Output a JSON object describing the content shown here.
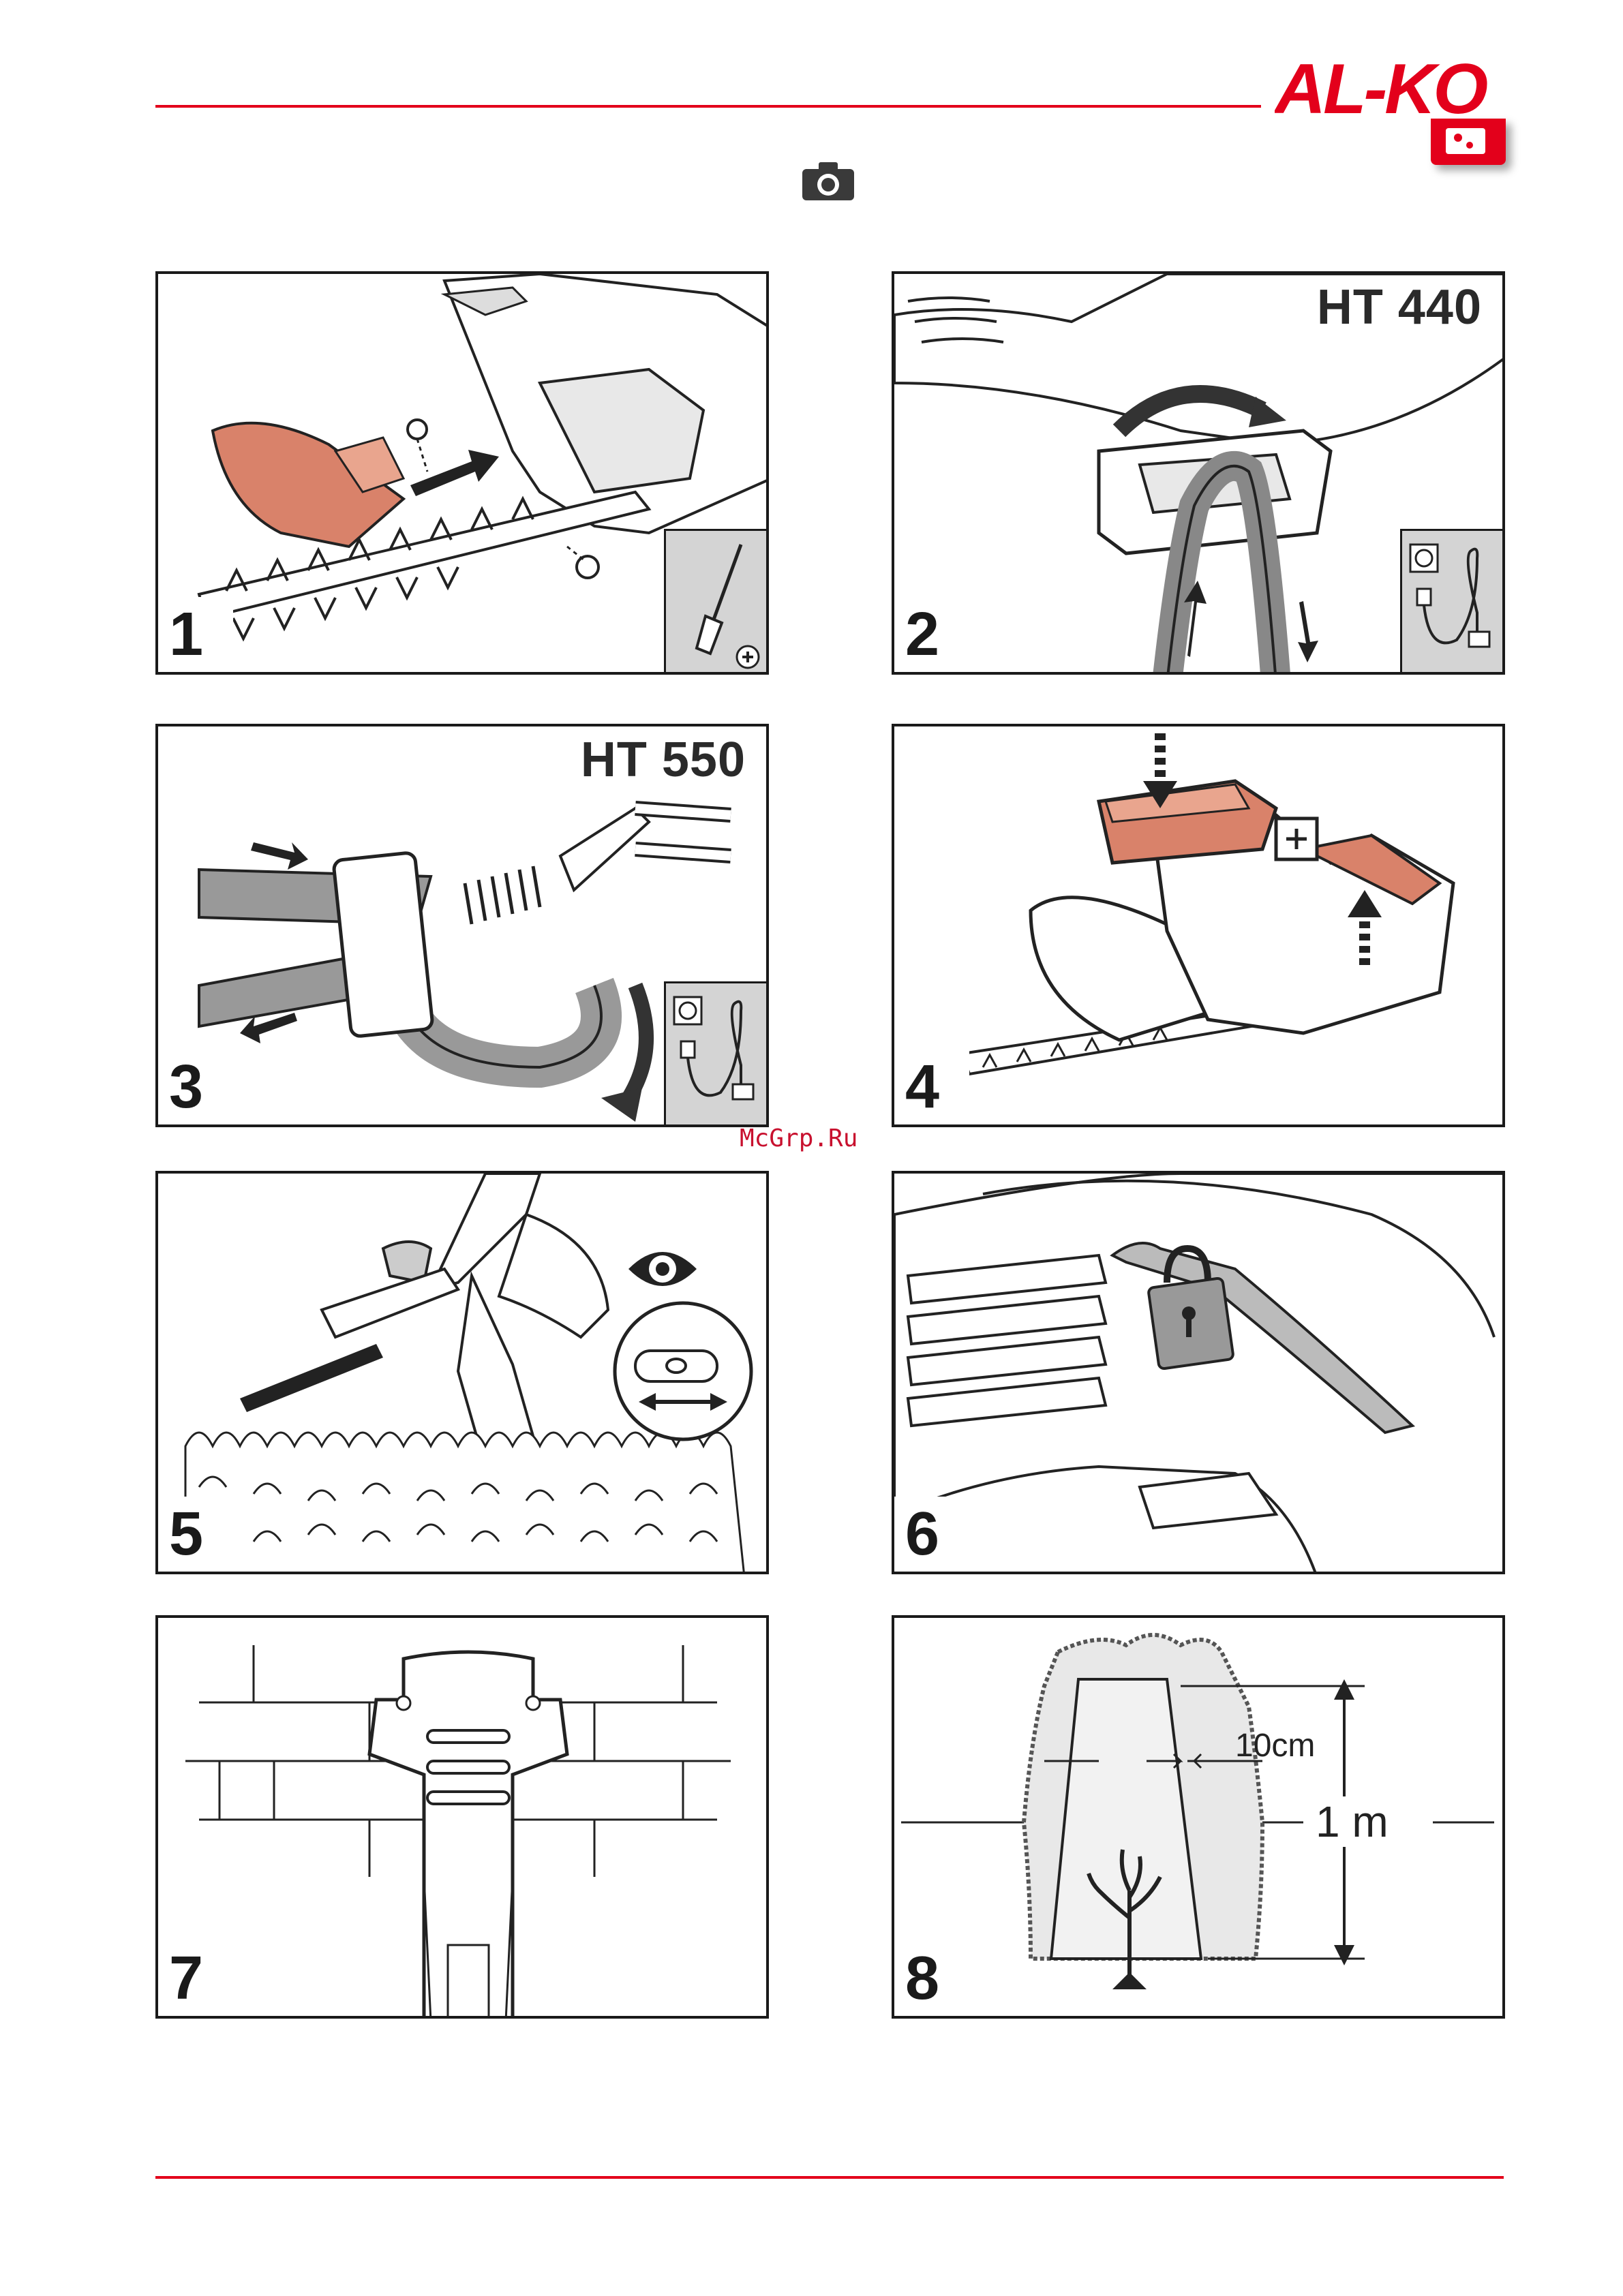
{
  "header": {
    "brand": "AL-KO",
    "camera_icon": "camera-icon"
  },
  "panels": [
    {
      "number": "1",
      "model": "",
      "inset_icon": "screwdriver-icon"
    },
    {
      "number": "2",
      "model": "HT 440",
      "inset_icon": "power-plug-icon"
    },
    {
      "number": "3",
      "model": "HT 550",
      "inset_icon": "power-plug-icon"
    },
    {
      "number": "4",
      "model": "",
      "inset_icon": ""
    },
    {
      "number": "5",
      "model": "",
      "inset_icon": "eye-icon"
    },
    {
      "number": "6",
      "model": "",
      "inset_icon": "padlock-icon"
    },
    {
      "number": "7",
      "model": "",
      "inset_icon": ""
    },
    {
      "number": "8",
      "model": "",
      "inset_icon": ""
    }
  ],
  "panel8": {
    "width_label": "10cm",
    "height_label": "1 m"
  },
  "watermark": "McGrp.Ru",
  "colors": {
    "brand_red": "#e3001b",
    "accent_orange": "#d9826a",
    "inset_gray": "#d4d4d4",
    "line": "#1a1a1a"
  }
}
